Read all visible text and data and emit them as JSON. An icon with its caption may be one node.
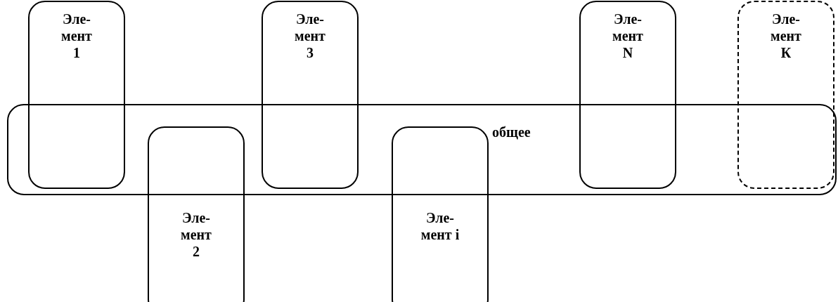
{
  "diagram": {
    "nodes": [
      {
        "text": [
          "общее"
        ]
      },
      {
        "text": [
          "Эле- мент 1"
        ]
      },
      {
        "text": [
          "Эле- мент 2"
        ]
      },
      {
        "text": [
          "Эле- мент 3"
        ]
      },
      {
        "text": [
          "Эле- мент i"
        ]
      },
      {
        "text": [
          "Эле- мент N"
        ]
      },
      {
        "text": [
          "Эле- мент К"
        ]
      }
    ]
  }
}
